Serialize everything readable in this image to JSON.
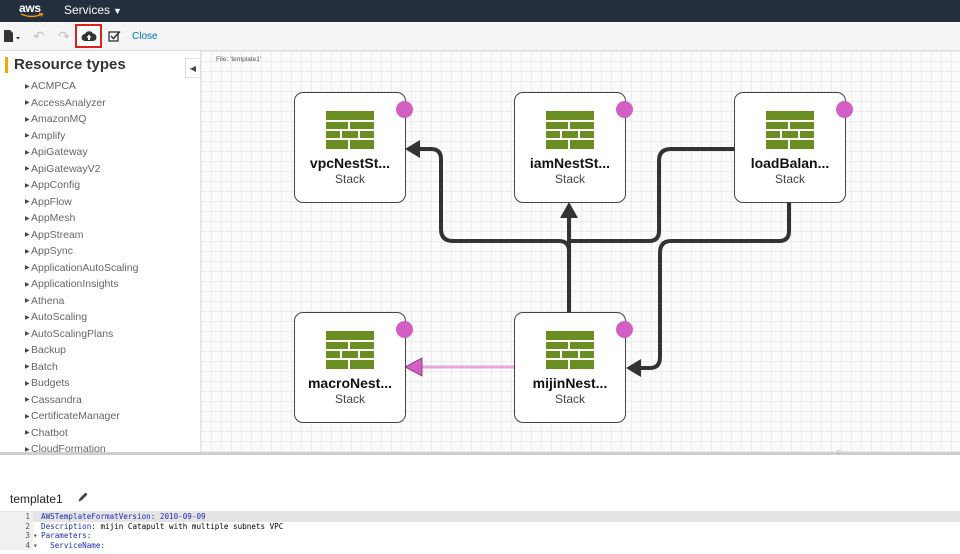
{
  "header": {
    "logo_text": "aws",
    "services_label": "Services",
    "services_caret": "▼"
  },
  "toolbar": {
    "undo_glyph": "↶",
    "redo_glyph": "↷",
    "close_label": "Close"
  },
  "sidebar": {
    "title": "Resource types",
    "collapse_glyph": "◀",
    "items": [
      "ACMPCA",
      "AccessAnalyzer",
      "AmazonMQ",
      "Amplify",
      "ApiGateway",
      "ApiGatewayV2",
      "AppConfig",
      "AppFlow",
      "AppMesh",
      "AppStream",
      "AppSync",
      "ApplicationAutoScaling",
      "ApplicationInsights",
      "Athena",
      "AutoScaling",
      "AutoScalingPlans",
      "Backup",
      "Batch",
      "Budgets",
      "Cassandra",
      "CertificateManager",
      "Chatbot",
      "CloudFormation"
    ]
  },
  "canvas": {
    "file_label": "File: 'template1'",
    "nodes": [
      {
        "name": "vpcNestSt...",
        "type": "Stack"
      },
      {
        "name": "iamNestSt...",
        "type": "Stack"
      },
      {
        "name": "loadBalan...",
        "type": "Stack"
      },
      {
        "name": "macroNest...",
        "type": "Stack"
      },
      {
        "name": "mijinNest...",
        "type": "Stack"
      }
    ]
  },
  "editor": {
    "title": "template1",
    "lines": [
      {
        "num": "1",
        "fold": "",
        "key": "AWSTemplateFormatVersion:",
        "value": " 2010-09-09",
        "value_is_kw": true
      },
      {
        "num": "2",
        "fold": "",
        "key": "Description:",
        "value": " mijin Catapult with multiple subnets VPC",
        "value_is_kw": false
      },
      {
        "num": "3",
        "fold": "▾",
        "key": "Parameters:",
        "value": "",
        "value_is_kw": false
      },
      {
        "num": "4",
        "fold": "▾",
        "key": "  ServiceName:",
        "value": "",
        "value_is_kw": false
      }
    ]
  },
  "colors": {
    "nav_bg": "#232f3e",
    "accent": "#f2a700",
    "highlight_border": "#e0201a",
    "link": "#0073bb",
    "node_dot": "#d45fc4",
    "stack_icon": "#6b8e23",
    "edge_dark": "#333333",
    "edge_pink": "#e6a6dc"
  },
  "icons": {
    "file": "file-icon",
    "undo": "undo-icon",
    "redo": "redo-icon",
    "save": "cloud-upload-icon",
    "validate": "checkbox-icon",
    "edit": "pencil-icon"
  }
}
